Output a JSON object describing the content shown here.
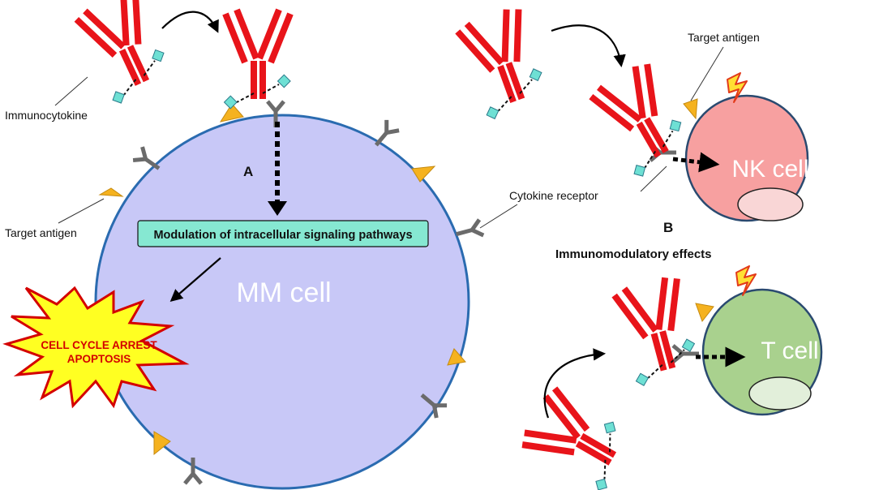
{
  "panel_a": "A",
  "panel_b": "B",
  "labels": {
    "immunocytokine": "Immunocytokine",
    "target_antigen_left": "Target antigen",
    "target_antigen_right": "Target antigen",
    "cytokine_receptor": "Cytokine receptor",
    "immunomodulatory": "Immunomodulatory effects"
  },
  "mm_cell": "MM cell",
  "nk_cell": "NK cell",
  "t_cell": "T cell",
  "modulation_box": "Modulation of intracellular signaling pathways",
  "burst": {
    "line1": "CELL CYCLE ARREST",
    "line2": "APOPTOSIS"
  },
  "colors": {
    "antibody": "#e8141a",
    "cytokine": "#6ee0d4",
    "receptor": "#6b6b6b",
    "antigen": "#f5b21f",
    "mm_cell": "#c8c8f7",
    "nk_cell": "#f7a0a0",
    "t_cell": "#a9d18e",
    "modulation_box": "#86e8d2",
    "burst_fill": "#ffff22"
  }
}
